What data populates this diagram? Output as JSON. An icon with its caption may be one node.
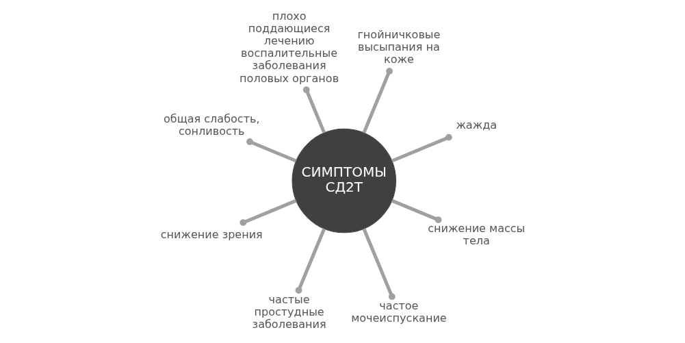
{
  "diagram": {
    "nodes": [
      {
        "text": [
          "СИМПТОМЫ СД2Т"
        ]
      },
      {
        "text": [
          "жажда"
        ]
      },
      {
        "text": [
          "гнойничковые высыпания на коже"
        ]
      },
      {
        "text": [
          "плохо поддающиеся лечению воспалительные заболевания половых органов"
        ]
      },
      {
        "text": [
          "общая слабость, сонливость"
        ]
      },
      {
        "text": [
          "снижение зрения"
        ]
      },
      {
        "text": [
          "частые простудные заболевания"
        ]
      },
      {
        "text": [
          "частое мочеиспускание"
        ]
      },
      {
        "text": [
          "снижение массы тела"
        ]
      }
    ],
    "edges": [
      {
        "from": 0,
        "to": 1,
        "arrow": "other"
      },
      {
        "from": 0,
        "to": 2,
        "arrow": "other"
      },
      {
        "from": 0,
        "to": 3,
        "arrow": "other"
      },
      {
        "from": 0,
        "to": 4,
        "arrow": "other"
      },
      {
        "from": 0,
        "to": 5,
        "arrow": "other"
      },
      {
        "from": 0,
        "to": 6,
        "arrow": "other"
      },
      {
        "from": 0,
        "to": 7,
        "arrow": "other"
      },
      {
        "from": 0,
        "to": 8,
        "arrow": "other"
      }
    ]
  }
}
